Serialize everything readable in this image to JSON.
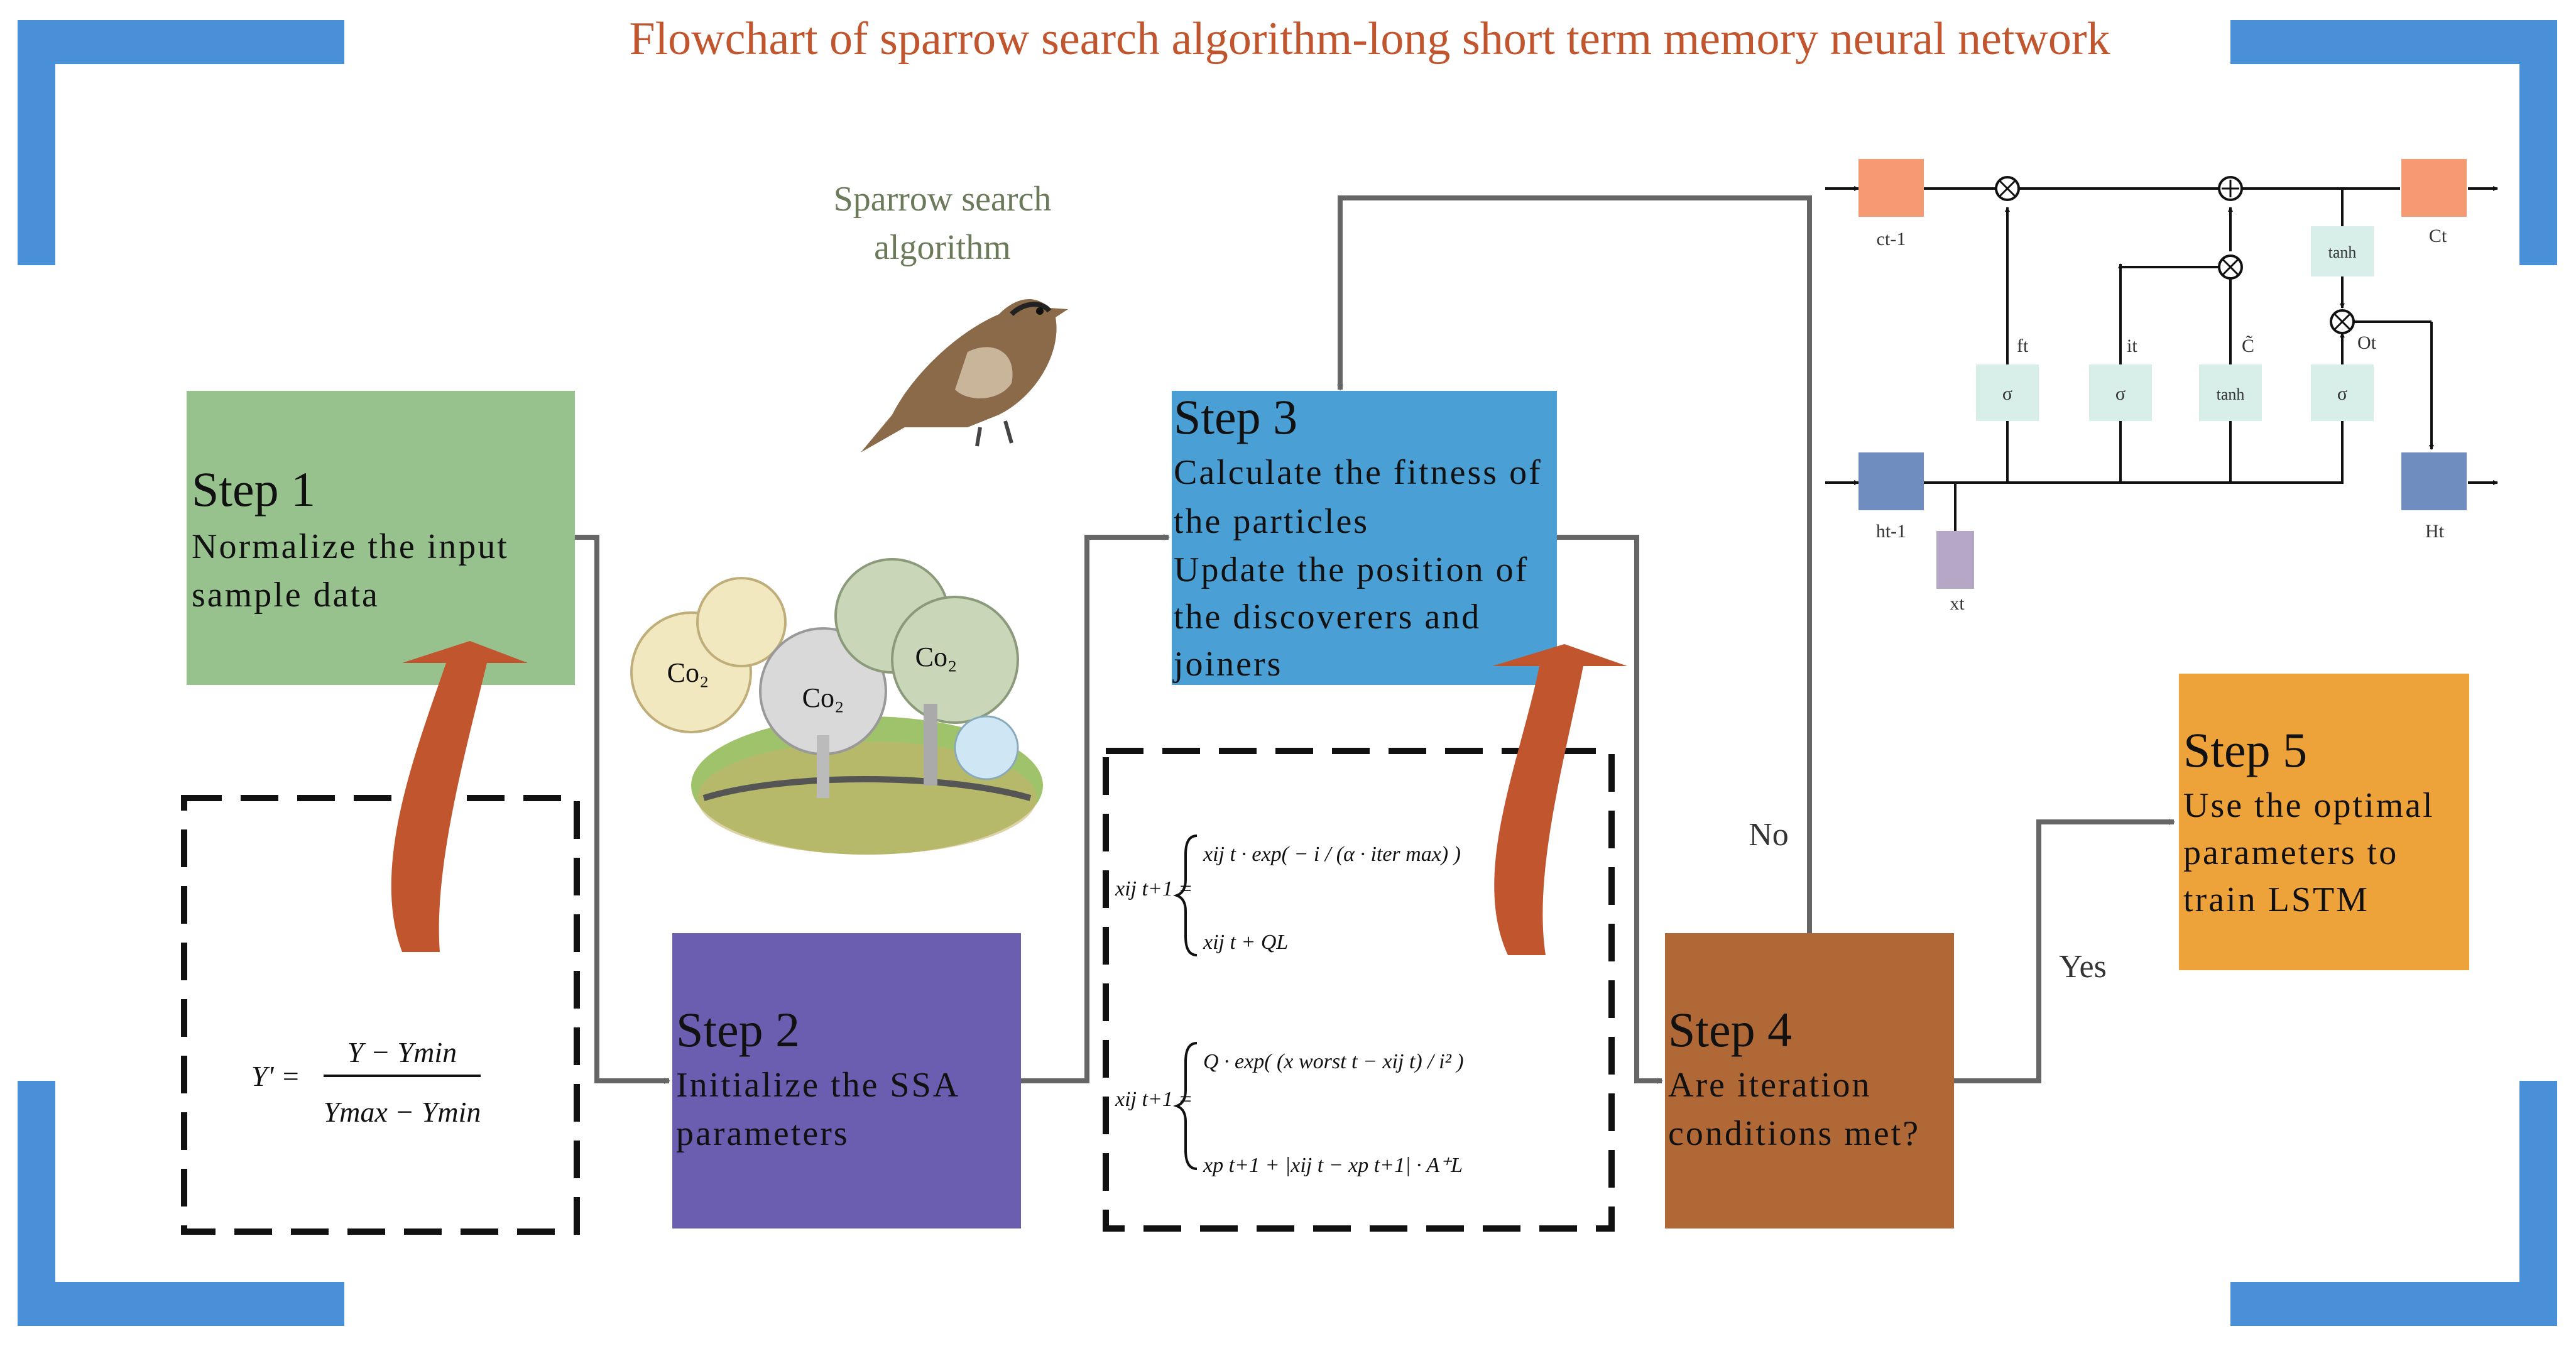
{
  "title": "Flowchart of sparrow search algorithm-long short term memory neural network",
  "sparrow_label": [
    "Sparrow search",
    "algorithm"
  ],
  "steps": [
    {
      "id": "step1",
      "heading": "Step 1",
      "lines": [
        "Normalize the input",
        "sample data"
      ],
      "color": "#97c28e"
    },
    {
      "id": "step2",
      "heading": "Step 2",
      "lines": [
        "Initialize the SSA",
        "parameters"
      ],
      "color": "#6b5db0"
    },
    {
      "id": "step3",
      "heading": "Step 3",
      "lines": [
        "Calculate the fitness of",
        "the particles",
        "Update the  position of",
        "the discoverers and",
        "joiners"
      ],
      "color": "#4a9fd5"
    },
    {
      "id": "step4",
      "heading": "Step 4",
      "lines": [
        "Are    iteration",
        "conditions  met?"
      ],
      "color": "#b06836"
    },
    {
      "id": "step5",
      "heading": "Step 5",
      "lines": [
        "Use the optimal",
        "parameters to",
        "train LSTM"
      ],
      "color": "#eea33a"
    }
  ],
  "branches": {
    "no": "No",
    "yes": "Yes"
  },
  "co2_labels": [
    "Co₂",
    "Co₂",
    "Co₂"
  ],
  "formulas": {
    "normalize": {
      "lhs": "Y' =",
      "num": "Y − Ymin",
      "den": "Ymax − Ymin"
    },
    "update1": {
      "lhs": "xij t+1 =",
      "a": "xij t · exp( − i / (α · iter max) )",
      "b": "xij t + QL"
    },
    "update2": {
      "lhs": "xij t+1 =",
      "a": "Q · exp( (x worst t − xij t) / i² )",
      "b": "xp t+1 + |xij t − xp t+1| · A⁺L"
    }
  },
  "lstm": {
    "c_prev": "ct-1",
    "c_next": "Ct",
    "h_prev": "ht-1",
    "h_next": "Ht",
    "x": "xt",
    "f": "ft",
    "i": "it",
    "c_tilde": "C̃",
    "o": "Ot",
    "sigma": "σ",
    "tanh": "tanh"
  },
  "colors": {
    "accent_blue": "#4a90d9",
    "arrow_gray": "#666666",
    "orange_arrow": "#c0552e"
  }
}
